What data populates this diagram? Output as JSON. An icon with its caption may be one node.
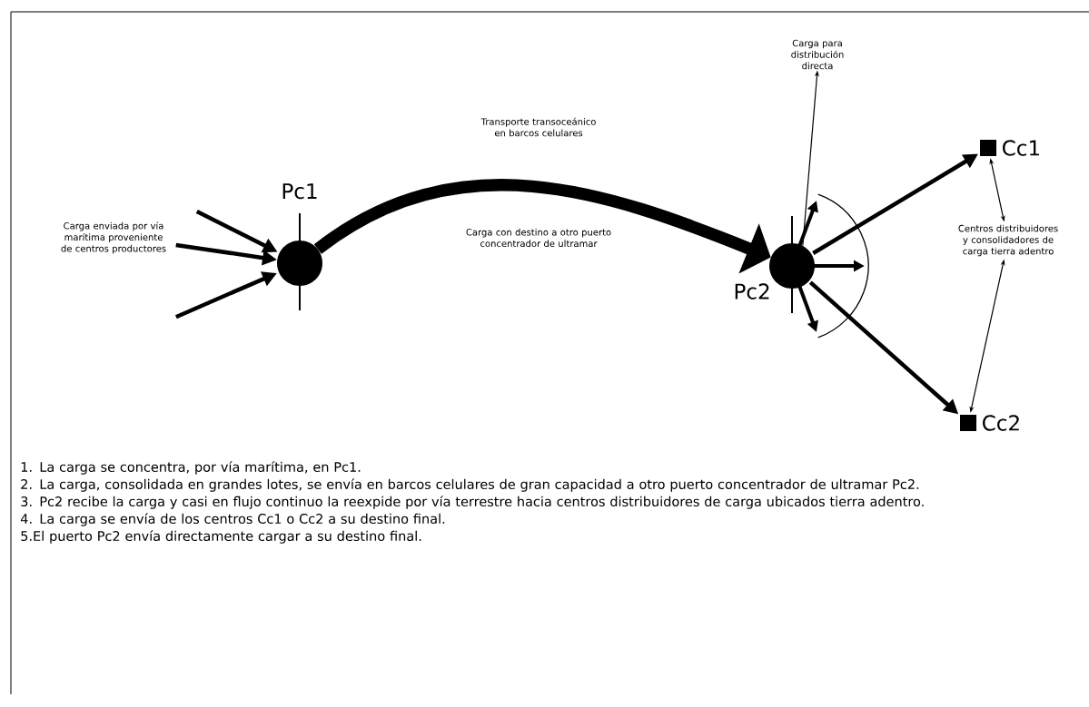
{
  "diagram": {
    "nodes": [
      {
        "text": [
          "Pc1"
        ]
      },
      {
        "text": [
          "Pc2"
        ]
      },
      {
        "text": [
          "Cc1"
        ]
      },
      {
        "text": [
          "Cc2"
        ]
      },
      {
        "text": [
          "Carga enviada por vía marítima proveniente de centros productores"
        ]
      },
      {
        "text": [
          "Centros distribuidores y consolidadores de carga tierra adentro"
        ]
      },
      {
        "text": [
          "Carga para distribución directa"
        ]
      }
    ],
    "edges": [
      {
        "from": null,
        "to": 0,
        "arrow": "to"
      },
      {
        "from": 4,
        "to": 0,
        "arrow": "to"
      },
      {
        "from": null,
        "to": 0,
        "arrow": "to"
      },
      {
        "from": 0,
        "to": 1,
        "arrow": "to",
        "style": "thick"
      },
      {
        "from": 1,
        "to": 2,
        "arrow": "to"
      },
      {
        "from": 1,
        "to": 3,
        "arrow": "to"
      },
      {
        "from": 1,
        "to": 6,
        "arrow": "to"
      },
      {
        "from": 5,
        "to": 2,
        "arrow": "both"
      },
      {
        "from": 5,
        "to": 3,
        "arrow": "both"
      }
    ],
    "labels": [
      "Transporte transoceánico en barcos celulares",
      "Carga con destino a otro puerto concentrador de ultramar",
      "1. La carga se concentra, por vía marítima, en Pc1.",
      "2. La carga, consolidada en grandes lotes, se envía en barcos celulares de gran capacidad a otro puerto concentrador de ultramar Pc2.",
      "3. Pc2 recibe la carga y casi en flujo continuo la reexpide por vía terrestre hacia centros distribuidores de carga ubicados tierra adentro.",
      "4. La carga se envía de los centros Cc1 o Cc2 a su destino final.",
      "5.El puerto Pc2 envía directamente cargar a su destino final."
    ]
  }
}
